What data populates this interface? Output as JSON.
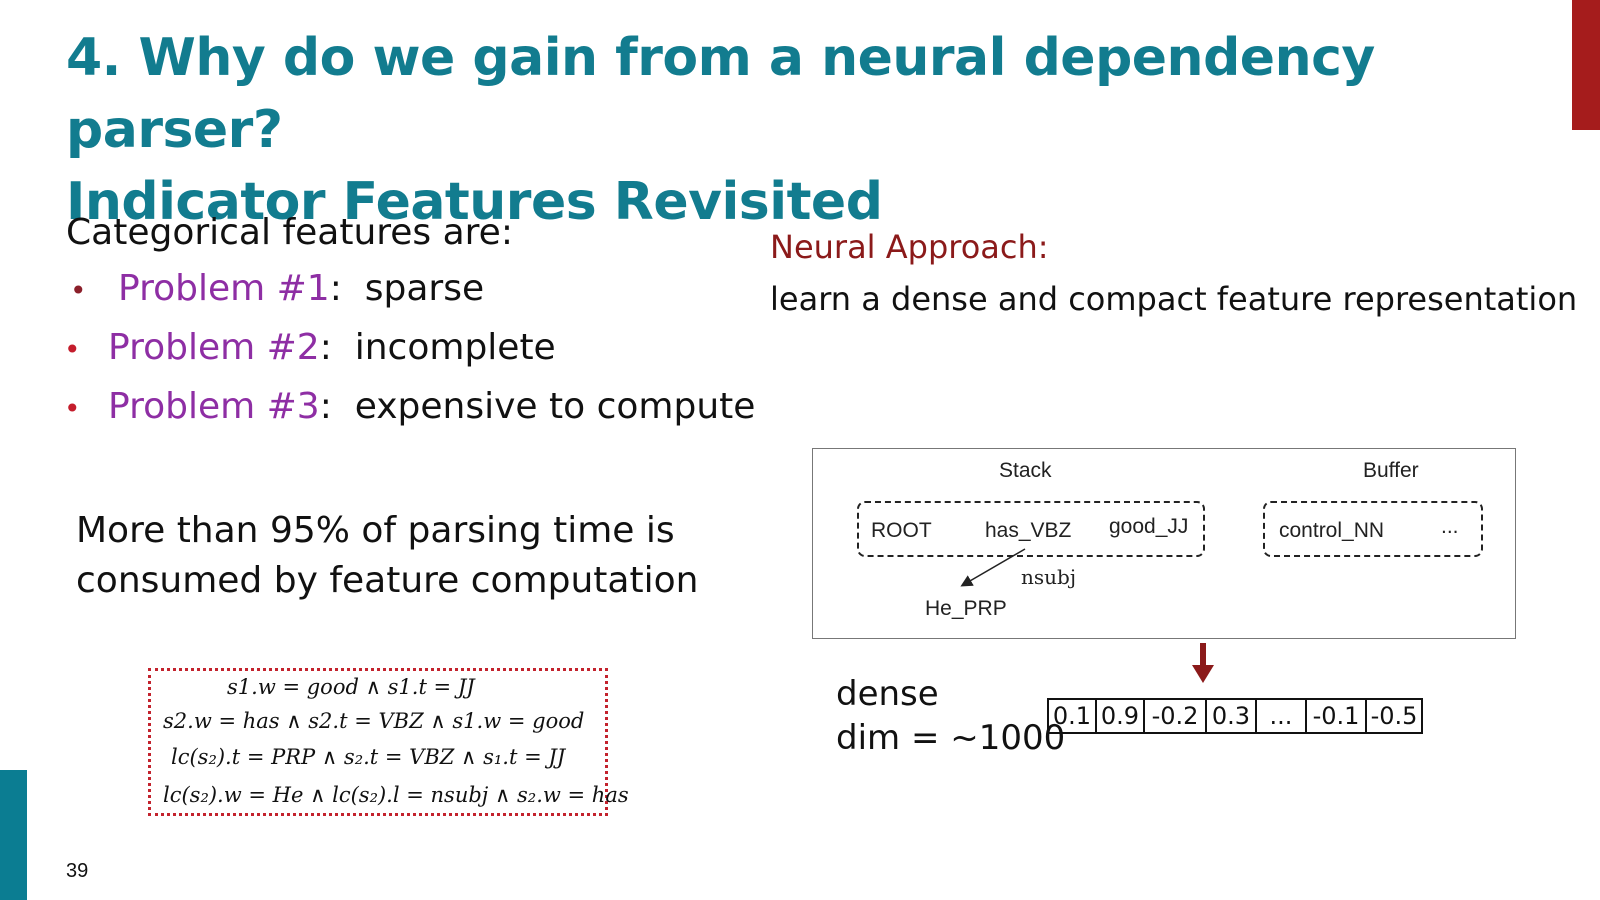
{
  "slide": {
    "title_line1": "4. Why do we gain from a neural dependency parser?",
    "title_line2": "Indicator Features Revisited",
    "page_number": "39"
  },
  "left": {
    "intro": "Categorical features are:",
    "problems": [
      {
        "name": "Problem #1",
        "sep": ":",
        "desc": "sparse"
      },
      {
        "name": "Problem #2",
        "sep": ":",
        "desc": "incomplete"
      },
      {
        "name": "Problem #3",
        "sep": ":",
        "desc": "expensive to compute"
      }
    ],
    "bullet": "•",
    "timing_line1": "More than 95% of parsing time is",
    "timing_line2": "consumed by feature computation"
  },
  "formulas": [
    "s1.w = good ∧ s1.t = JJ",
    "s2.w = has ∧ s2.t = VBZ ∧ s1.w = good",
    "lc(s₂).t = PRP ∧ s₂.t = VBZ ∧ s₁.t = JJ",
    "lc(s₂).w = He ∧ lc(s₂).l = nsubj ∧ s₂.w = has"
  ],
  "right": {
    "heading": "Neural Approach:",
    "description": "learn a dense and compact feature representation"
  },
  "diagram": {
    "stack_label": "Stack",
    "buffer_label": "Buffer",
    "stack_tokens": [
      "ROOT",
      "has_VBZ",
      "good_JJ"
    ],
    "buffer_tokens": [
      "control_NN",
      "..."
    ],
    "dependent": "He_PRP",
    "relation": "nsubj"
  },
  "dense": {
    "label_line1": "dense",
    "label_line2": "dim = ~1000",
    "vector": [
      "0.1",
      "0.9",
      "-0.2",
      "0.3",
      "...",
      "-0.1",
      "-0.5"
    ]
  },
  "colors": {
    "title": "#127c8f",
    "problem_name": "#8e2ea4",
    "bullet": "#c41d2c",
    "neural_heading": "#8b1a1a",
    "accent_red": "#a51c1c",
    "accent_teal": "#0b7d92",
    "arrow": "#8b1a1a"
  }
}
